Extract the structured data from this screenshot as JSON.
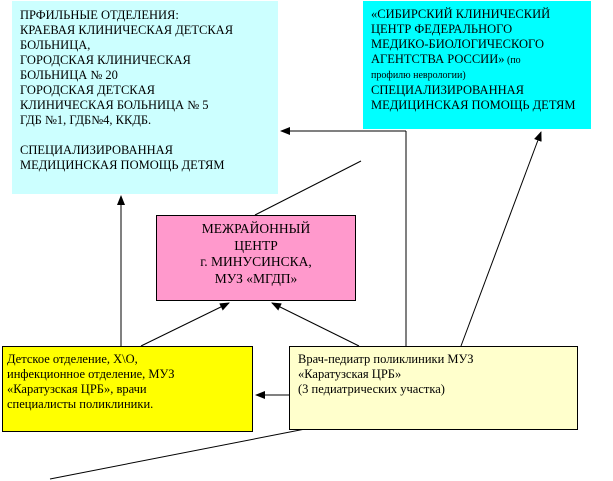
{
  "diagram": {
    "specialized_departments": {
      "lines": [
        "ПРФИЛЬНЫЕ  ОТДЕЛЕНИЯ:",
        "КРАЕВАЯ КЛИНИЧЕСКАЯ  ДЕТСКАЯ",
        "БОЛЬНИЦА,",
        "ГОРОДСКАЯ КЛИНИЧЕСКАЯ",
        "БОЛЬНИЦА № 20",
        "ГОРОДСКАЯ ДЕТСКАЯ",
        "КЛИНИЧЕСКАЯ БОЛЬНИЦА № 5",
        "ГДБ №1,  ГДБ№4, ККДБ.",
        "",
        "СПЕЦИАЛИЗИРОВАННАЯ",
        "МЕДИЦИНСКАЯ ПОМОЩЬ ДЕТЯМ"
      ],
      "color": "#ccffff"
    },
    "siberian_center": {
      "line1": "«СИБИРСКИЙ КЛИНИЧЕСКИЙ",
      "line2": "ЦЕНТР ФЕДЕРАЛЬНОГО",
      "line3": "МЕДИКО-БИОЛОГИЧЕСКОГО",
      "line4_main": "АГЕНТСТВА РОССИИ»",
      "line4_small": " (по",
      "line5_small": "профилю неврологии)",
      "line6": "СПЕЦИАЛИЗИРОВАННАЯ",
      "line7": "МЕДИЦИНСКАЯ ПОМОЩЬ ДЕТЯМ",
      "color": "#00ffff"
    },
    "interdistrict_center": {
      "lines": [
        "МЕЖРАЙОННЫЙ",
        "ЦЕНТР",
        "г. МИНУСИНСКА,",
        "МУЗ «МГДП»"
      ],
      "color": "#ff99cc"
    },
    "children_department": {
      "lines": [
        "Детское отделение, Х\\О,",
        "инфекционное отделение, МУЗ",
        "«Каратузская ЦРБ», врачи",
        "специалисты поликлиники."
      ],
      "color": "#ffff00"
    },
    "pediatrician": {
      "lines": [
        "Врач-педиатр поликлиники  МУЗ",
        "«Каратузская ЦРБ»",
        "(3 педиатрических участка)"
      ],
      "color": "#ffffcc"
    }
  }
}
